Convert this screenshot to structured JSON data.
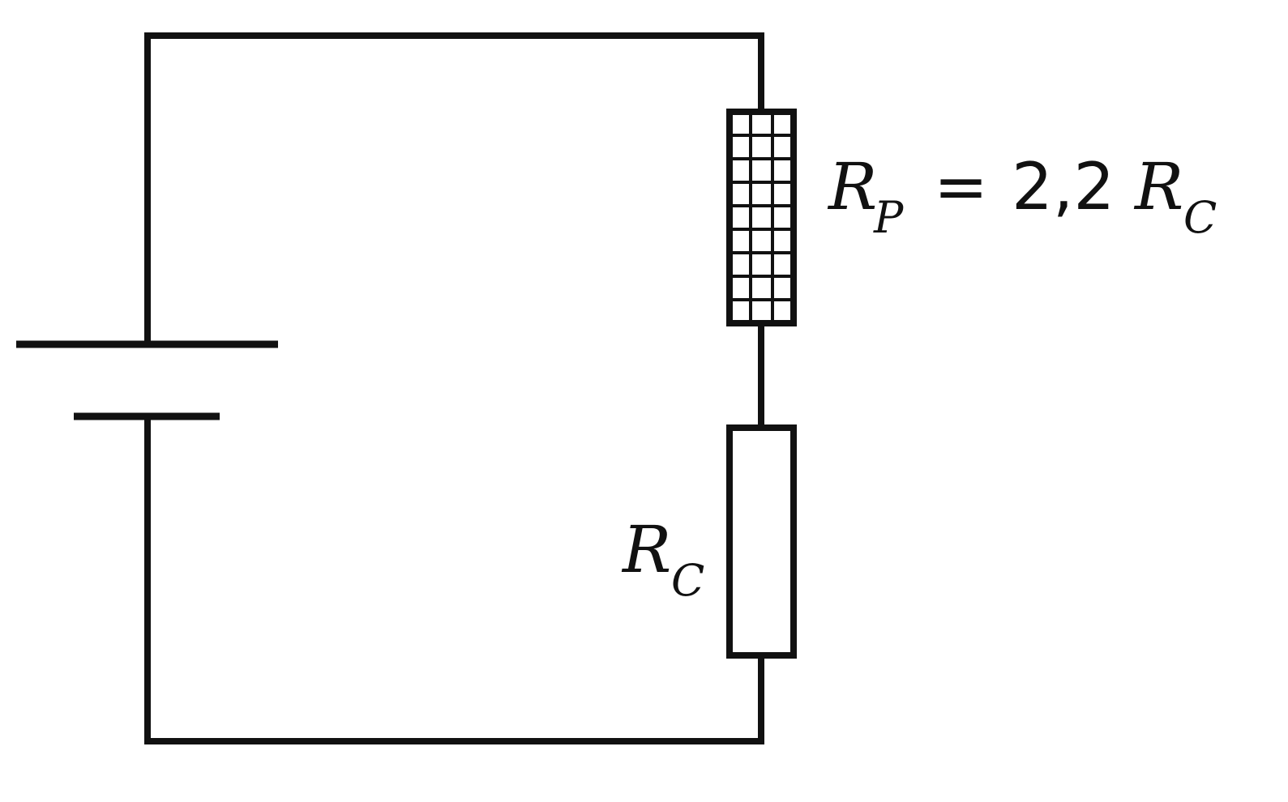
{
  "diagram": {
    "battery": {
      "icon": "battery-icon"
    },
    "resistor_p": {
      "icon": "hatched-resistor-icon",
      "label": {
        "symbol": "R",
        "subscript": "P",
        "equals": "=",
        "coefficient": "2,2",
        "rhs_symbol": "R",
        "rhs_subscript": "C"
      }
    },
    "resistor_c": {
      "icon": "resistor-icon",
      "label": {
        "symbol": "R",
        "subscript": "C"
      }
    },
    "colors": {
      "stroke": "#111111",
      "background": "#ffffff"
    }
  }
}
